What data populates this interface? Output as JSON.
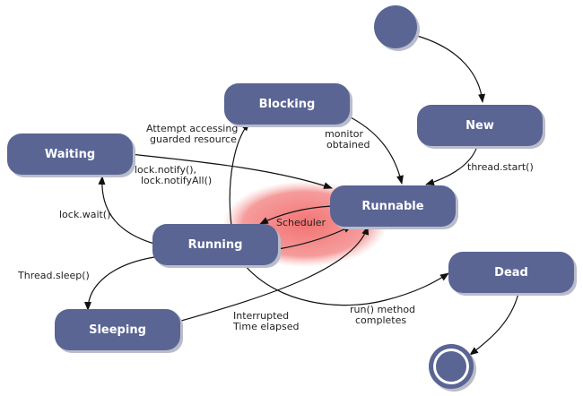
{
  "diagram": {
    "colors": {
      "state_fill": "#5a6594",
      "state_shadow": "#b9bccb",
      "scheduler_glow": "#f26b6b",
      "edge": "#111111",
      "background": "#ffffff"
    },
    "states": {
      "blocking": "Blocking",
      "waiting": "Waiting",
      "new": "New",
      "runnable": "Runnable",
      "running": "Running",
      "dead": "Dead",
      "sleeping": "Sleeping"
    },
    "scheduler_label": "Scheduler",
    "transitions": {
      "attempt_line1": "Attempt accessing",
      "attempt_line2": "guarded resource",
      "monitor_line1": "monitor",
      "monitor_line2": "obtained",
      "thread_start": "thread.start()",
      "notify_line1": "lock.notify(),",
      "notify_line2": "lock.notifyAll()",
      "lock_wait": "lock.wait()",
      "thread_sleep": "Thread.sleep()",
      "interrupted_line1": "Interrupted",
      "interrupted_line2": "Time elapsed",
      "run_completes_line1": "run() method",
      "run_completes_line2": "completes"
    }
  }
}
